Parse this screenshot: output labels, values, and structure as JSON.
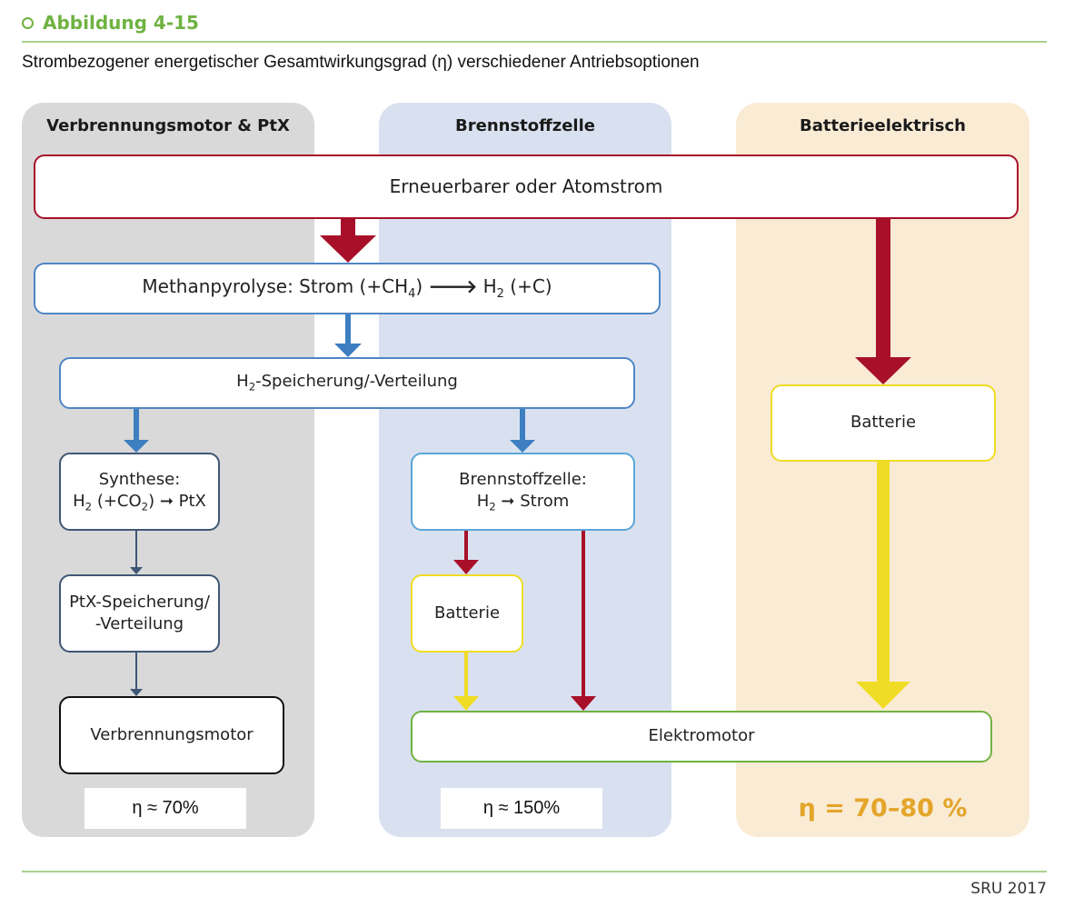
{
  "figure": {
    "label": "Abbildung 4-15",
    "subtitle": "Strombezogener energetischer Gesamtwirkungsgrad (η) verschiedener Antriebsoptionen",
    "source": "SRU 2017"
  },
  "columns": {
    "combustion": {
      "title": "Verbrennungsmotor & PtX",
      "efficiency": "η ≈ 70%"
    },
    "fuel_cell": {
      "title": "Brennstoffzelle",
      "efficiency": "η ≈ 150%"
    },
    "battery_electric": {
      "title": "Batterieelektrisch",
      "efficiency": "η = 70–80 %"
    }
  },
  "nodes": {
    "power_source": "Erneuerbarer oder Atomstrom",
    "pyrolysis": {
      "prefix": "Methanpyrolyse: Strom (+CH",
      "sub1": "4",
      "mid": ") ",
      "arrow": "🡒",
      "h": " H",
      "sub2": "2",
      "suffix": " (+C)"
    },
    "h2_storage": {
      "h": "H",
      "sub": "2",
      "rest": "-Speicherung/-Verteilung"
    },
    "synthesis": {
      "line1": "Synthese:",
      "h": "H",
      "sub1": "2",
      "mid": " (+CO",
      "sub2": "2",
      "rest": ") ➞ PtX"
    },
    "ptx_storage": {
      "line1": "PtX-Speicherung/",
      "line2": "-Verteilung"
    },
    "combustion_engine": "Verbrennungsmotor",
    "fuel_cell_box": {
      "line1": "Brennstoffzelle:",
      "h": "H",
      "sub": "2",
      "rest": " ➞ Strom"
    },
    "battery_fc": "Batterie",
    "battery_be": "Batterie",
    "electric_motor": "Elektromotor"
  },
  "colors": {
    "accent_green": "#6fb241",
    "arrow_red": "#a8102a",
    "arrow_blue": "#3d7fc1",
    "arrow_slate": "#3f5775",
    "arrow_yellow": "#f0dc24",
    "efficiency_orange": "#e3a52a"
  }
}
